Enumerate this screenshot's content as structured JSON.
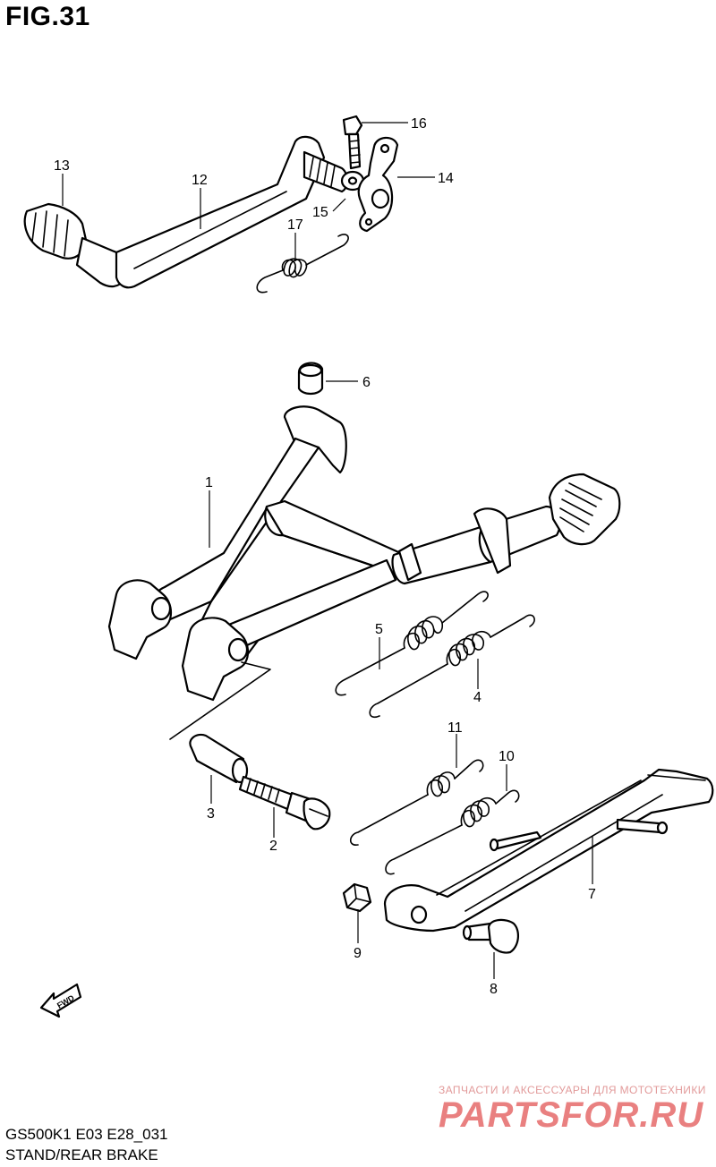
{
  "figure": {
    "title": "FIG.31"
  },
  "parts": {
    "1": "1",
    "2": "2",
    "3": "3",
    "4": "4",
    "5": "5",
    "6": "6",
    "7": "7",
    "8": "8",
    "9": "9",
    "10": "10",
    "11": "11",
    "12": "12",
    "13": "13",
    "14": "14",
    "15": "15",
    "16": "16",
    "17": "17"
  },
  "direction_badge": "FWD",
  "watermark": {
    "tagline": "ЗАПЧАСТИ И АКСЕССУАРЫ ДЛЯ МОТОТЕХНИКИ",
    "logo": "PARTSFOR.RU"
  },
  "footer": {
    "model_code": "GS500K1 E03 E28_031",
    "section_name": "STAND/REAR BRAKE"
  }
}
